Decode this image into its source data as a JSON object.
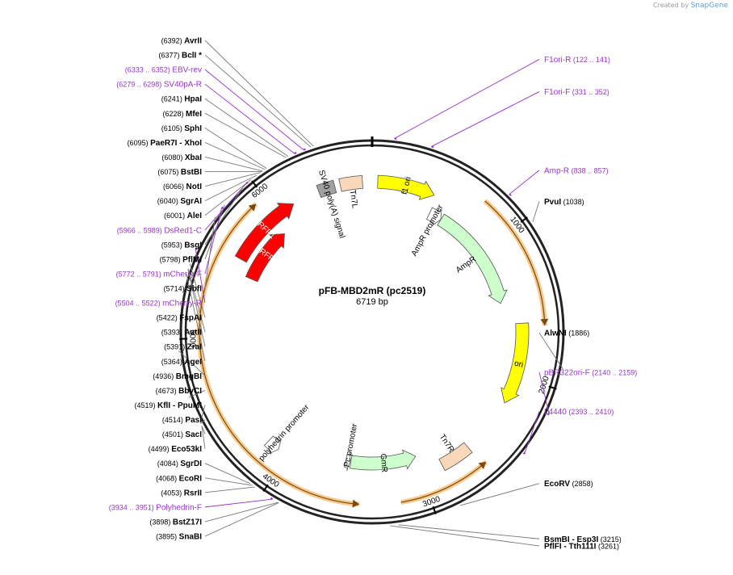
{
  "credit": {
    "prefix": "Created by",
    "brand": "SnapGene"
  },
  "plasmid": {
    "name": "pFB-MBD2mR (pc2519)",
    "size_label": "6719 bp",
    "length": 6719
  },
  "ticks": [
    {
      "pos": 1000,
      "label": "1000"
    },
    {
      "pos": 2000,
      "label": "2000"
    },
    {
      "pos": 3000,
      "label": "3000"
    },
    {
      "pos": 4000,
      "label": "4000"
    },
    {
      "pos": 5000,
      "label": "5000"
    },
    {
      "pos": 6000,
      "label": "6000"
    }
  ],
  "features": [
    {
      "name": "f1 ori",
      "start": 40,
      "end": 456,
      "lane": "inner",
      "color": "#ffff00",
      "dir": 1,
      "label_inside": true
    },
    {
      "name": "AmpR promoter",
      "start": 482,
      "end": 586,
      "lane": "inner2",
      "color": "#ffffff",
      "dir": 1,
      "label_inside": false
    },
    {
      "name": "AmpR",
      "start": 587,
      "end": 1447,
      "lane": "inner2",
      "color": "#ccffcc",
      "dir": 1,
      "label_inside": false
    },
    {
      "name": "ori",
      "start": 1618,
      "end": 2206,
      "lane": "inner",
      "color": "#ffff00",
      "dir": 1,
      "label_inside": true
    },
    {
      "name": "Tn7R",
      "start": 2618,
      "end": 2842,
      "lane": "inner",
      "color": "#f8d8b8",
      "dir": 0,
      "label_inside": false
    },
    {
      "name": "GmR",
      "start": 3000,
      "end": 3533,
      "lane": "inner2",
      "color": "#ccffcc",
      "dir": -1,
      "label_inside": true
    },
    {
      "name": "Pc promoter",
      "start": 3540,
      "end": 3575,
      "lane": "inner2",
      "color": "#ffffff",
      "dir": -1,
      "label_inside": false
    },
    {
      "name": "polyhedrin promoter",
      "start": 4080,
      "end": 4172,
      "lane": "inner",
      "color": "#ffffff",
      "dir": -1,
      "label_inside": false
    },
    {
      "name": "mRFP1",
      "start": 5480,
      "end": 5940,
      "lane": "inner2",
      "color": "#ff0000",
      "dir": 1,
      "label_inside": true
    },
    {
      "name": "mRFP1",
      "start": 5580,
      "end": 6130,
      "lane": "inner",
      "color": "#ff0000",
      "dir": 1,
      "label_inside": true
    },
    {
      "name": "SV40 poly(A) signal",
      "start": 6330,
      "end": 6450,
      "lane": "inner",
      "color": "#a0a0a0",
      "dir": 0,
      "label_inside": false
    },
    {
      "name": "Tn7L",
      "start": 6490,
      "end": 6650,
      "lane": "inner",
      "color": "#f8d8b8",
      "dir": 0,
      "label_inside": false
    }
  ],
  "orf_arcs": [
    {
      "start": 760,
      "end": 1640,
      "dir": 1
    },
    {
      "start": 3440,
      "end": 4175,
      "dir": -1
    },
    {
      "start": 4170,
      "end": 5930,
      "dir": 1
    },
    {
      "start": 2590,
      "end": 3180,
      "dir": -1
    }
  ],
  "sites": [
    {
      "pos": 6392,
      "name": "AvrII",
      "num": "(6392)"
    },
    {
      "pos": 6377,
      "name": "BclI *",
      "num": "(6377)"
    },
    {
      "pos": 6241,
      "name": "HpaI",
      "num": "(6241)"
    },
    {
      "pos": 6228,
      "name": "MfeI",
      "num": "(6228)"
    },
    {
      "pos": 6105,
      "name": "SphI",
      "num": "(6105)"
    },
    {
      "pos": 6095,
      "name": "PaeR7I - XhoI",
      "num": "(6095)"
    },
    {
      "pos": 6080,
      "name": "XbaI",
      "num": "(6080)"
    },
    {
      "pos": 6075,
      "name": "BstBI",
      "num": "(6075)"
    },
    {
      "pos": 6066,
      "name": "NotI",
      "num": "(6066)"
    },
    {
      "pos": 6040,
      "name": "SgrAI",
      "num": "(6040)"
    },
    {
      "pos": 6001,
      "name": "AleI",
      "num": "(6001)"
    },
    {
      "pos": 5953,
      "name": "BsgI",
      "num": "(5953)"
    },
    {
      "pos": 5798,
      "name": "PflMI",
      "num": "(5798)"
    },
    {
      "pos": 5714,
      "name": "SbfI",
      "num": "(5714)"
    },
    {
      "pos": 5422,
      "name": "FspAI",
      "num": "(5422)"
    },
    {
      "pos": 5393,
      "name": "AatII",
      "num": "(5393)"
    },
    {
      "pos": 5391,
      "name": "ZraI",
      "num": "(5391)"
    },
    {
      "pos": 5364,
      "name": "AgeI",
      "num": "(5364)"
    },
    {
      "pos": 4936,
      "name": "BmgBI",
      "num": "(4936)"
    },
    {
      "pos": 4673,
      "name": "BbvCI",
      "num": "(4673)"
    },
    {
      "pos": 4519,
      "name": "KflI - PpuMI",
      "num": "(4519)"
    },
    {
      "pos": 4514,
      "name": "PasI",
      "num": "(4514)"
    },
    {
      "pos": 4501,
      "name": "SacI",
      "num": "(4501)"
    },
    {
      "pos": 4499,
      "name": "Eco53kI",
      "num": "(4499)"
    },
    {
      "pos": 4084,
      "name": "SgrDI",
      "num": "(4084)"
    },
    {
      "pos": 4068,
      "name": "EcoRI",
      "num": "(4068)"
    },
    {
      "pos": 4053,
      "name": "RsrII",
      "num": "(4053)"
    },
    {
      "pos": 3898,
      "name": "BstZ17I",
      "num": "(3898)"
    },
    {
      "pos": 3895,
      "name": "SnaBI",
      "num": "(3895)"
    },
    {
      "pos": 3261,
      "name": "PflFI - Tth111I",
      "num": "(3261)"
    },
    {
      "pos": 3215,
      "name": "BsmBI - Esp3I",
      "num": "(3215)"
    },
    {
      "pos": 2858,
      "name": "EcoRV",
      "num": "(2858)"
    },
    {
      "pos": 1886,
      "name": "AlwNI",
      "num": "(1886)"
    },
    {
      "pos": 1038,
      "name": "PvuI",
      "num": "(1038)"
    }
  ],
  "primers": [
    {
      "pos": 6333,
      "name": "EBV-rev",
      "range": "(6333 .. 6352)"
    },
    {
      "pos": 6279,
      "name": "SV40pA-R",
      "range": "(6279 .. 6298)"
    },
    {
      "pos": 5966,
      "name": "DsRed1-C",
      "range": "(5966 .. 5989)"
    },
    {
      "pos": 5772,
      "name": "mCherry-F",
      "range": "(5772 .. 5791)"
    },
    {
      "pos": 5504,
      "name": "mCherry-R",
      "range": "(5504 .. 5522)"
    },
    {
      "pos": 3934,
      "name": "Polyhedrin-F",
      "range": "(3934 .. 3951)"
    },
    {
      "pos": 122,
      "name": "F1ori-R",
      "range": "(122 .. 141)"
    },
    {
      "pos": 331,
      "name": "F1ori-F",
      "range": "(331 .. 352)"
    },
    {
      "pos": 838,
      "name": "Amp-R",
      "range": "(838 .. 857)"
    },
    {
      "pos": 2140,
      "name": "pBR322ori-F",
      "range": "(2140 .. 2159)"
    },
    {
      "pos": 2393,
      "name": "L4440",
      "range": "(2393 .. 2410)"
    }
  ],
  "colors": {
    "primer": "#9933cc",
    "backbone": "#222222",
    "orf": "#f0a030",
    "text": "#000000"
  }
}
